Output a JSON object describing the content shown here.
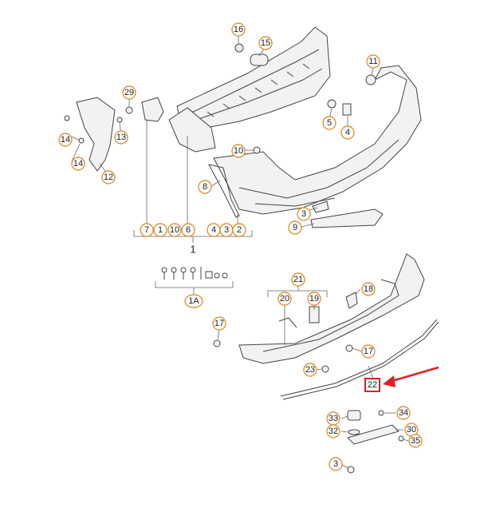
{
  "callouts": {
    "c16": "16",
    "c15": "15",
    "c29": "29",
    "c11": "11",
    "c14a": "14",
    "c13": "13",
    "c14b": "14",
    "c12": "12",
    "c5": "5",
    "c4": "4",
    "c10": "10",
    "c8": "8",
    "c3a": "3",
    "c9": "9",
    "c7": "7",
    "c1a": "1",
    "c10b": "10",
    "c6": "6",
    "c4b": "4",
    "c3b": "3",
    "c2": "2",
    "main_part": "1",
    "c21": "21",
    "c20": "20",
    "c19": "19",
    "c18": "18",
    "c17a": "17",
    "c17b": "17",
    "c23": "23",
    "c22": "22",
    "c1A": "1A",
    "c33": "33",
    "c34": "34",
    "c32": "32",
    "c30": "30",
    "c35": "35",
    "c3c": "3"
  },
  "colors": {
    "callout_ring": "#e0953a",
    "highlight": "#e02020"
  }
}
